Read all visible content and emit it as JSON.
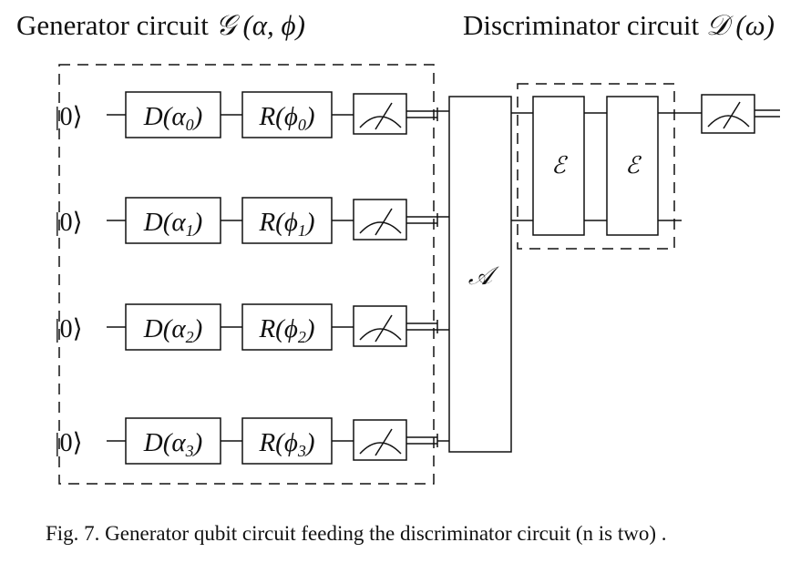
{
  "generator": {
    "title": "Generator circuit",
    "symbol": "𝒢",
    "params": "(α, ϕ)"
  },
  "discriminator": {
    "title": "Discriminator circuit",
    "symbol": "𝒟",
    "params": "(ω)"
  },
  "qubits": [
    {
      "ket": "|0⟩",
      "d_gate": "D(α",
      "d_sub": "0",
      "r_gate": "R(ϕ",
      "r_sub": "0"
    },
    {
      "ket": "|0⟩",
      "d_gate": "D(α",
      "d_sub": "1",
      "r_gate": "R(ϕ",
      "r_sub": "1"
    },
    {
      "ket": "|0⟩",
      "d_gate": "D(α",
      "d_sub": "2",
      "r_gate": "R(ϕ",
      "r_sub": "2"
    },
    {
      "ket": "|0⟩",
      "d_gate": "D(α",
      "d_sub": "3",
      "r_gate": "R(ϕ",
      "r_sub": "3"
    }
  ],
  "close_paren": ")",
  "a_gate": "𝒜",
  "e_gates": [
    "ℰ",
    "ℰ"
  ],
  "caption": "Fig. 7.  Generator qubit circuit feeding the discriminator circuit (n is two) ."
}
